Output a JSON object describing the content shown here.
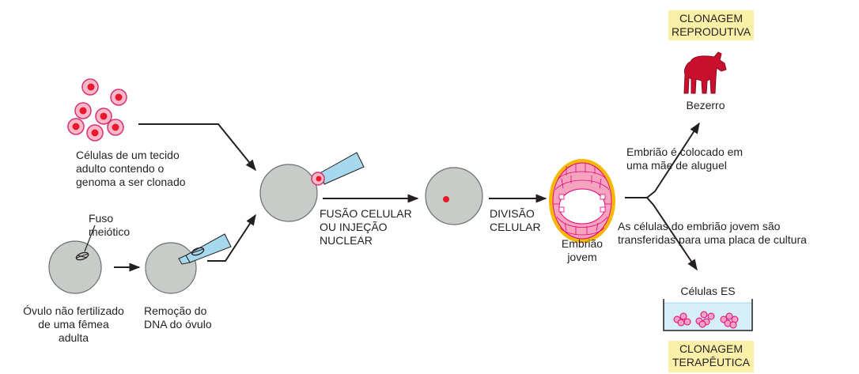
{
  "labels": {
    "adult_cells": [
      "Células de um tecido",
      "adulto contendo o",
      "genoma a ser clonado"
    ],
    "spindle": [
      "Fuso",
      "meiótico"
    ],
    "egg": [
      "Óvulo não fertilizado",
      "de uma fêmea",
      "adulta"
    ],
    "removal": [
      "Remoção do",
      "DNA do óvulo"
    ],
    "fusion": [
      "FUSÃO CELULAR",
      "OU INJEÇÃO",
      "NUCLEAR"
    ],
    "division": [
      "DIVISÃO",
      "CELULAR"
    ],
    "embryo": [
      "Embrião",
      "jovem"
    ],
    "surrogate": [
      "Embrião é colocado em",
      "uma mãe de aluguel"
    ],
    "transfer": [
      "As células do embrião jovem são",
      "transferidas para uma placa de cultura"
    ],
    "calf": "Bezerro",
    "es_cells": "Células ES"
  },
  "boxes": {
    "reproductive": [
      "CLONAGEM",
      "REPRODUTIVA"
    ],
    "therapeutic": [
      "CLONAGEM",
      "TERAPÊUTICA"
    ]
  },
  "colors": {
    "cell_gray": "#c8ccc8",
    "nucleus_red": "#e8192c",
    "pink": "#f5a3bf",
    "magenta": "#e6007e",
    "box_yellow": "#fbf0a8",
    "pipette_blue": "#a6d8ee",
    "calf_red": "#c8102e"
  }
}
